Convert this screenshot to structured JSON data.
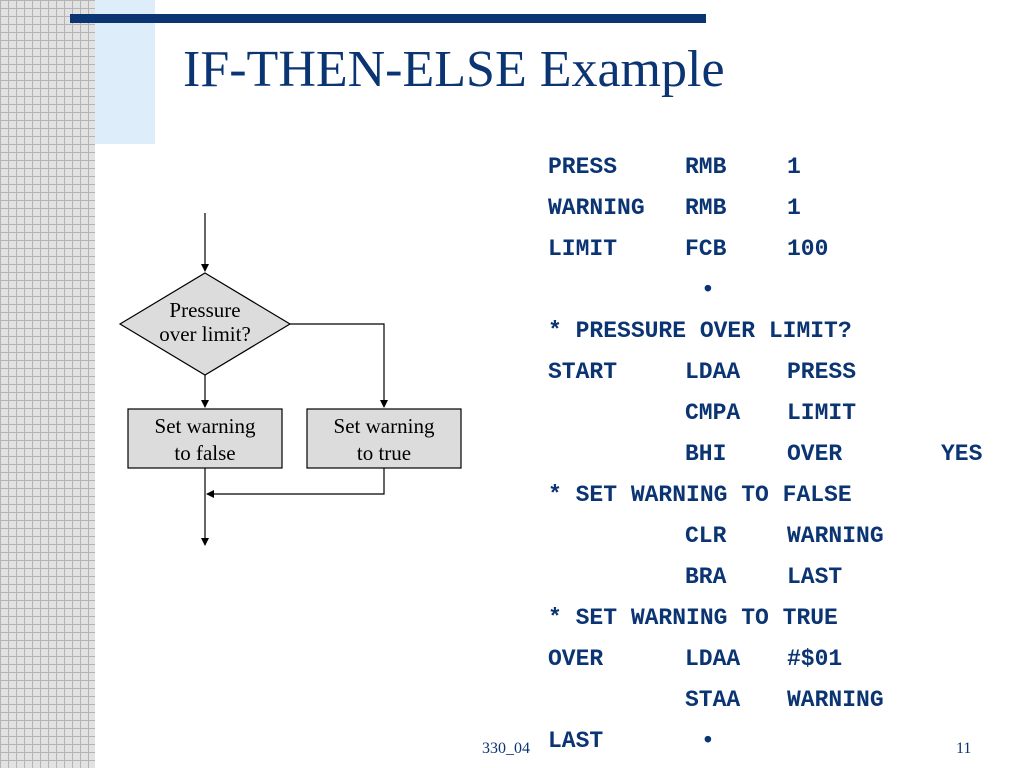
{
  "slide": {
    "title": "IF-THEN-ELSE Example",
    "footer": "330_04",
    "page_number": "11"
  },
  "colors": {
    "accent": "#0b3473",
    "box_fill": "#dcdcdc",
    "side_pattern": "#e2e2e2",
    "side_block": "#ddeefa"
  },
  "flowchart": {
    "decision": {
      "line1": "Pressure",
      "line2": "over limit?"
    },
    "false_box": {
      "line1": "Set warning",
      "line2": "to false"
    },
    "true_box": {
      "line1": "Set warning",
      "line2": "to true"
    }
  },
  "code": {
    "lines": [
      {
        "label": "PRESS",
        "op": "RMB",
        "arg": "1",
        "note": ""
      },
      {
        "label": "WARNING",
        "op": "RMB",
        "arg": "1",
        "note": ""
      },
      {
        "label": "LIMIT",
        "op": "FCB",
        "arg": "100",
        "note": ""
      },
      {
        "label": "",
        "op": "•",
        "arg": "",
        "note": ""
      },
      {
        "comment": "* PRESSURE OVER LIMIT?"
      },
      {
        "label": "START",
        "op": "LDAA",
        "arg": "PRESS",
        "note": ""
      },
      {
        "label": "",
        "op": "CMPA",
        "arg": "LIMIT",
        "note": ""
      },
      {
        "label": "",
        "op": "BHI",
        "arg": "OVER",
        "note": "YES"
      },
      {
        "comment": "* SET WARNING TO FALSE"
      },
      {
        "label": "",
        "op": "CLR",
        "arg": "WARNING",
        "note": ""
      },
      {
        "label": "",
        "op": "BRA",
        "arg": "LAST",
        "note": ""
      },
      {
        "comment": "* SET WARNING TO TRUE"
      },
      {
        "label": "OVER",
        "op": "LDAA",
        "arg": "#$01",
        "note": ""
      },
      {
        "label": "",
        "op": "STAA",
        "arg": "WARNING",
        "note": ""
      },
      {
        "label": "LAST",
        "op": "•",
        "arg": "",
        "note": ""
      }
    ]
  }
}
